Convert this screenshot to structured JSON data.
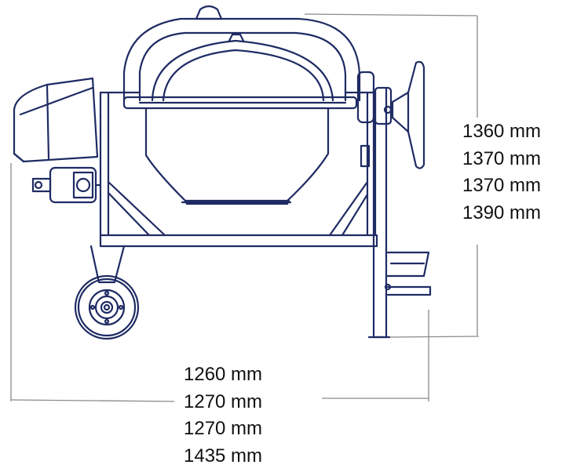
{
  "colors": {
    "outline": "#1f2b63",
    "dimension_line": "#8a8a8a",
    "text": "#111111",
    "background": "#ffffff"
  },
  "height_dimensions": [
    "1360 mm",
    "1370 mm",
    "1370 mm",
    "1390 mm"
  ],
  "width_dimensions": [
    "1260 mm",
    "1270 mm",
    "1270 mm",
    "1435 mm"
  ]
}
